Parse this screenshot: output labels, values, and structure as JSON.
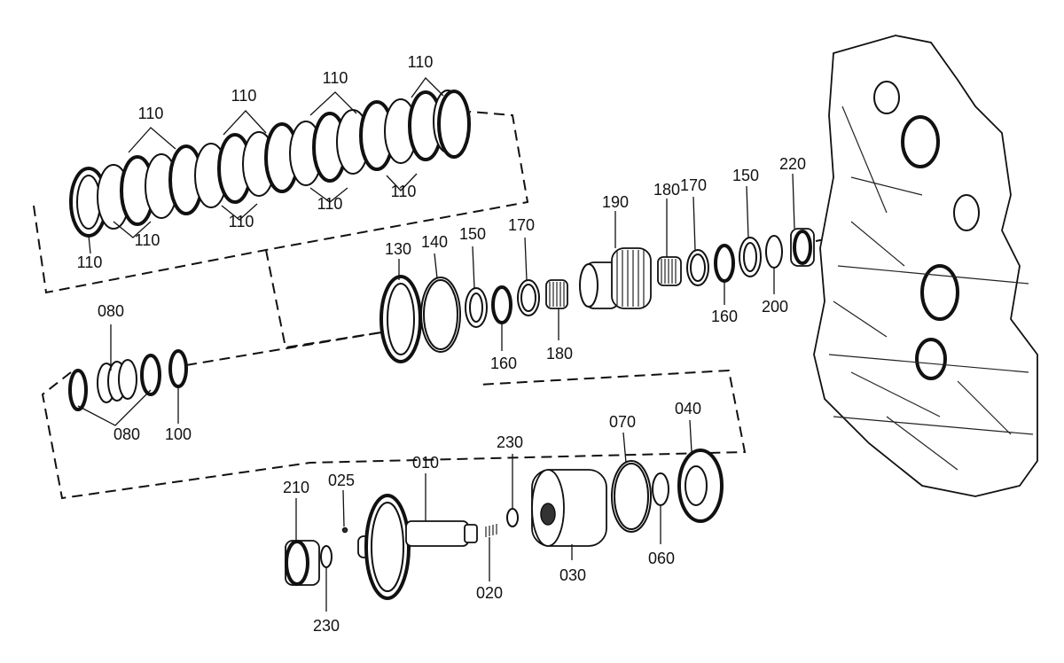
{
  "labels": {
    "p110_a": "110",
    "p110_b": "110",
    "p110_c": "110",
    "p110_d": "110",
    "p110_e": "110",
    "p110_f": "110",
    "p110_g": "110",
    "p110_h": "110",
    "p110_i": "110",
    "p080_a": "080",
    "p080_b": "080",
    "p100": "100",
    "p130": "130",
    "p140": "140",
    "p150_a": "150",
    "p170_a": "170",
    "p160_a": "160",
    "p180_a": "180",
    "p190": "190",
    "p180_b": "180",
    "p170_b": "170",
    "p160_b": "160",
    "p150_b": "150",
    "p200": "200",
    "p220": "220",
    "p210": "210",
    "p025": "025",
    "p010": "010",
    "p230_a": "230",
    "p230_b": "230",
    "p020": "020",
    "p030": "030",
    "p070": "070",
    "p060": "060",
    "p040": "040"
  }
}
